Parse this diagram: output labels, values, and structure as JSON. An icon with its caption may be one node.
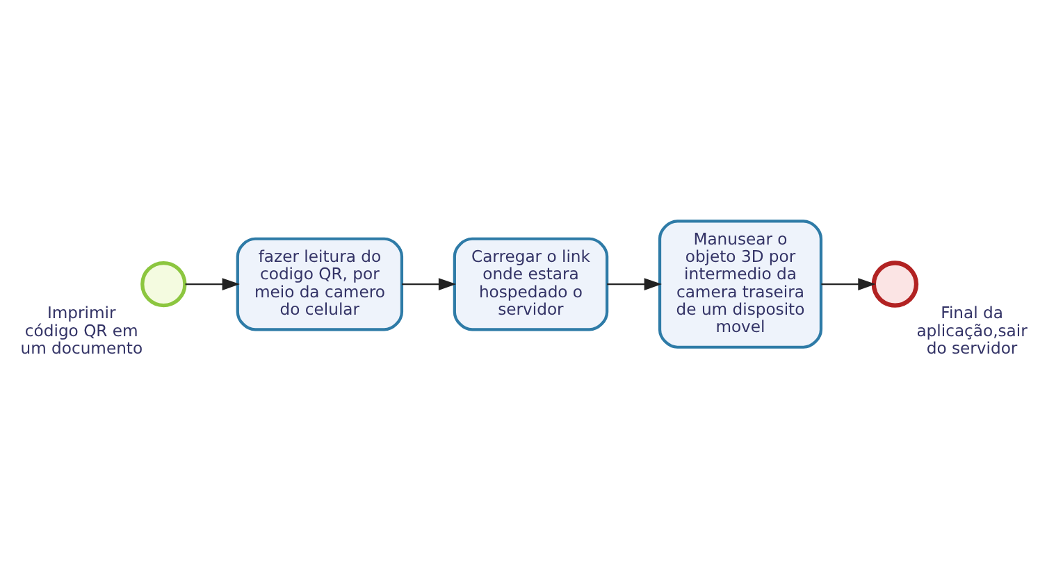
{
  "diagram": {
    "nodes": [
      {
        "text": [],
        "shape": "circle",
        "beside": [
          "Imprimir código QR em um documento"
        ]
      },
      {
        "text": [
          "fazer leitura do codigo QR, por meio da camero do celular"
        ]
      },
      {
        "text": [
          "Carregar o link onde estara hospedado o servidor"
        ]
      },
      {
        "text": [
          "Manusear o objeto 3D por intermedio da camera traseira de um disposito movel"
        ]
      },
      {
        "text": [],
        "shape": "circle",
        "beside": [
          "Final da aplicação,sair do servidor"
        ]
      }
    ],
    "edges": [
      {
        "from": 0,
        "to": 1,
        "arrow": "to"
      },
      {
        "from": 1,
        "to": 2,
        "arrow": "to"
      },
      {
        "from": 2,
        "to": 3,
        "arrow": "to"
      },
      {
        "from": 3,
        "to": 4,
        "arrow": "to"
      }
    ]
  }
}
